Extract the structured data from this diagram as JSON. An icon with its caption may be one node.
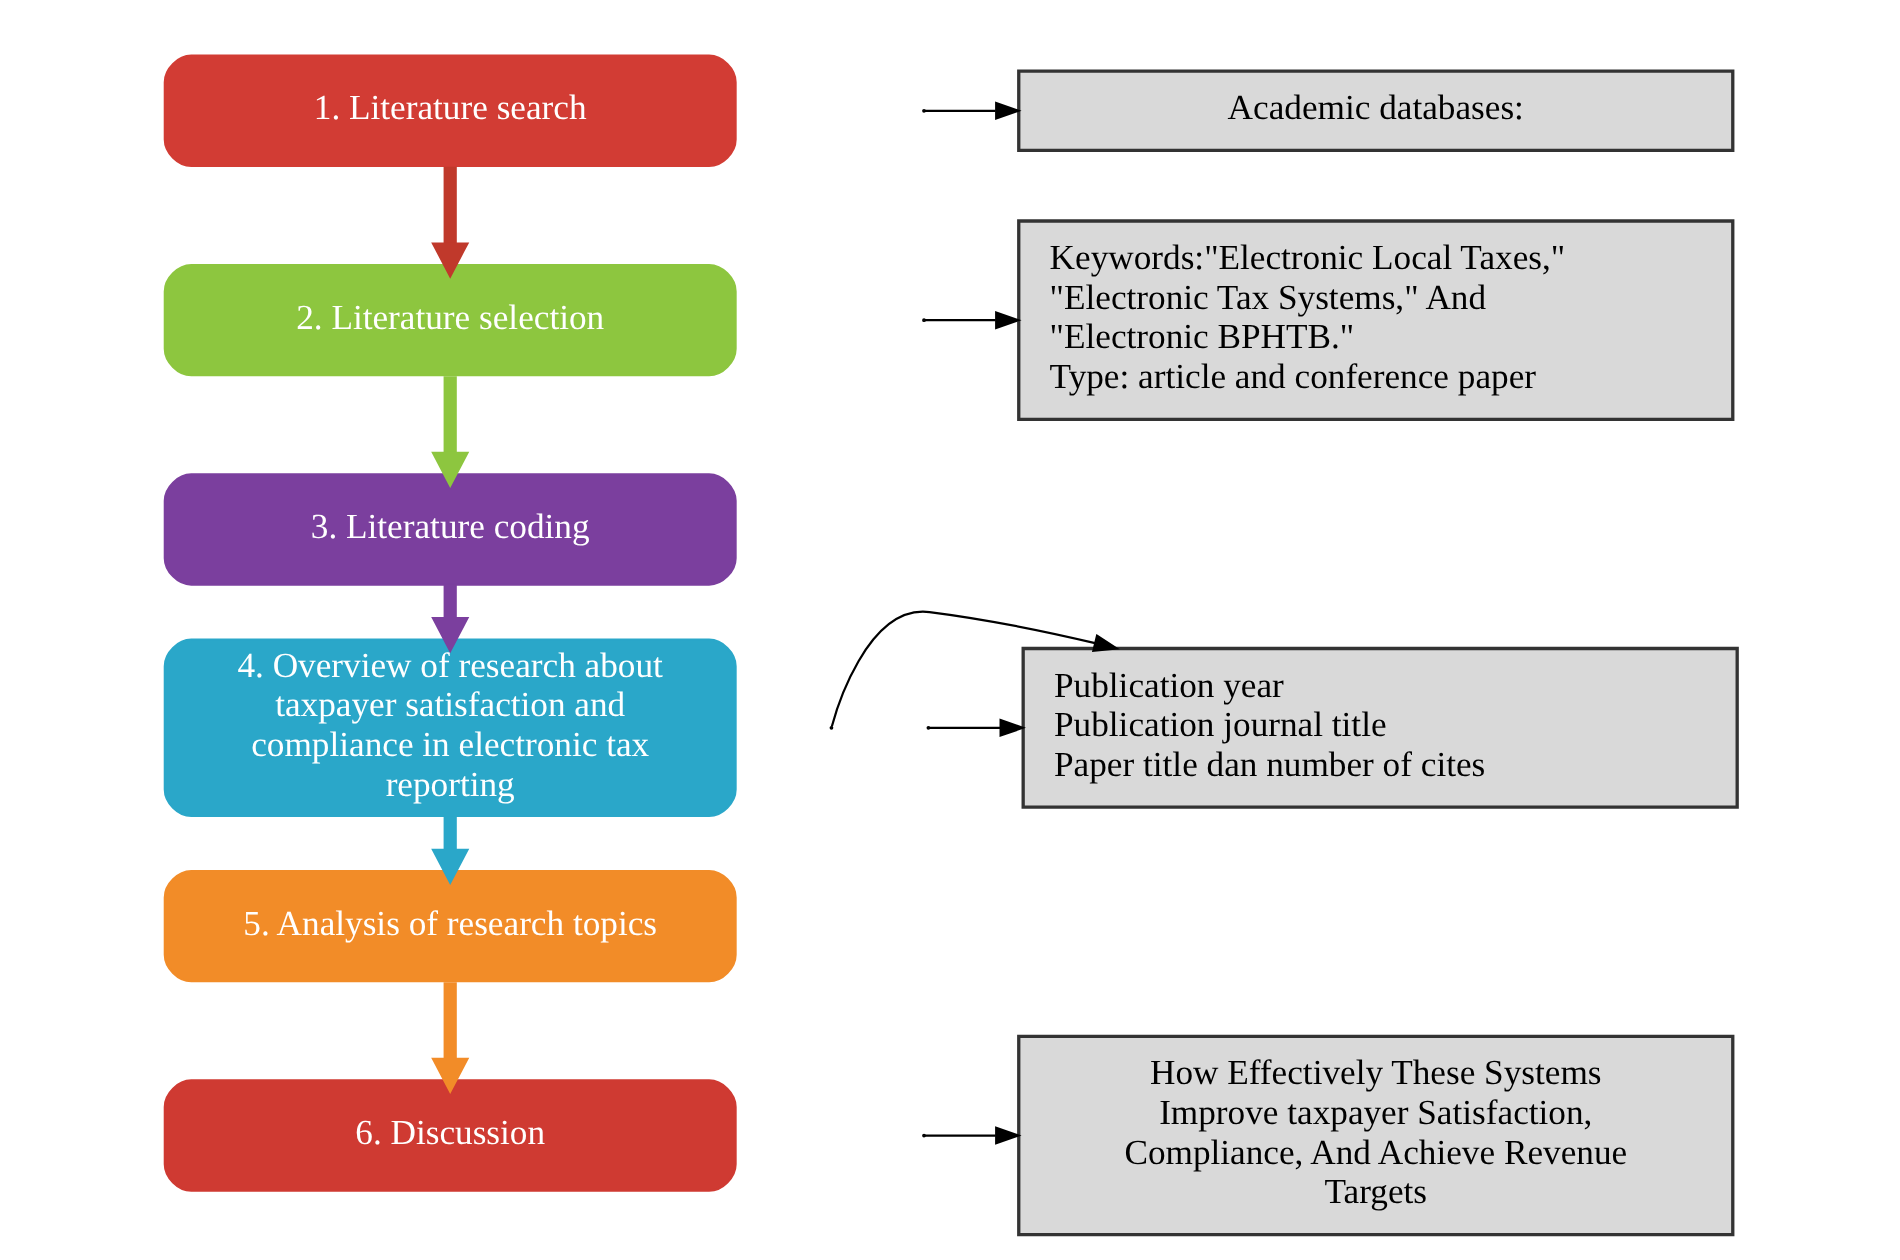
{
  "diagram": {
    "nodes": [
      {
        "text": [
          "1. Literature search"
        ]
      },
      {
        "text": [
          "2. Literature selection"
        ]
      },
      {
        "text": [
          "3. Literature coding"
        ]
      },
      {
        "text": [
          "4. Overview of research about taxpayer satisfaction and compliance in electronic tax reporting"
        ]
      },
      {
        "text": [
          "5. Analysis of research topics"
        ]
      },
      {
        "text": [
          "6. Discussion"
        ]
      },
      {
        "text": [
          "Academic databases:"
        ]
      },
      {
        "text": [
          "Keywords:\"Electronic Local Taxes,\" \"Electronic Tax Systems,\" And \"Electronic BPHTB.\"",
          "Type: article and conference paper"
        ]
      },
      {
        "text": [
          "Publication year",
          "Publication journal title",
          "Paper title dan number of cites"
        ]
      },
      {
        "text": [
          "How Effectively These Systems Improve taxpayer Satisfaction, Compliance, And Achieve Revenue Targets"
        ]
      }
    ],
    "edges": [
      {
        "from": 0,
        "to": 1,
        "arrow": "to",
        "style": "thick",
        "color": "#c0392b"
      },
      {
        "from": 1,
        "to": 2,
        "arrow": "to",
        "style": "thick",
        "color": "#8dc63f"
      },
      {
        "from": 2,
        "to": 3,
        "arrow": "to",
        "style": "thick",
        "color": "#7b3f9e"
      },
      {
        "from": 3,
        "to": 4,
        "arrow": "to",
        "style": "thick",
        "color": "#2aa7c9"
      },
      {
        "from": 4,
        "to": 5,
        "arrow": "to",
        "style": "thick",
        "color": "#f28c28"
      },
      {
        "from": null,
        "to": 6,
        "arrow": "to"
      },
      {
        "from": null,
        "to": 7,
        "arrow": "to"
      },
      {
        "from": null,
        "to": 8,
        "arrow": "to"
      },
      {
        "from": null,
        "to": 8,
        "arrow": "to"
      },
      {
        "from": null,
        "to": 9,
        "arrow": "to"
      }
    ]
  }
}
